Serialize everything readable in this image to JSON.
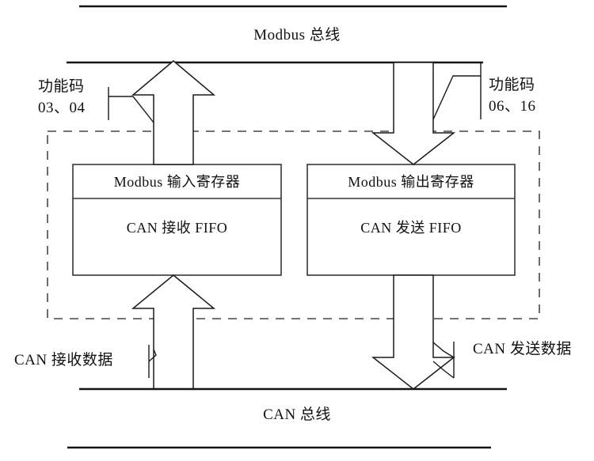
{
  "diagram": {
    "title_top_bus": "Modbus 总线",
    "title_bottom_bus": "CAN 总线",
    "notes": {
      "modbus_read": {
        "line1": "功能码",
        "line2": "03、04"
      },
      "modbus_write": {
        "line1": "功能码",
        "line2": "06、16"
      },
      "can_rx": "CAN 接收数据",
      "can_tx": "CAN 发送数据"
    },
    "blocks": [
      {
        "id": "input-register-block",
        "header": "Modbus 输入寄存器",
        "body": "CAN 接收 FIFO"
      },
      {
        "id": "output-register-block",
        "header": "Modbus 输出寄存器",
        "body": "CAN 发送 FIFO"
      }
    ],
    "arrows": [
      {
        "id": "modbus-read-arrow",
        "direction": "up"
      },
      {
        "id": "modbus-write-arrow",
        "direction": "down"
      },
      {
        "id": "can-receive-arrow",
        "direction": "up"
      },
      {
        "id": "can-transmit-arrow",
        "direction": "down"
      }
    ],
    "colors": {
      "line": "#1a1a1a",
      "box_border": "#3a3436",
      "dashed_border": "#4a4446",
      "background": "#ffffff",
      "text": "#111111"
    }
  }
}
